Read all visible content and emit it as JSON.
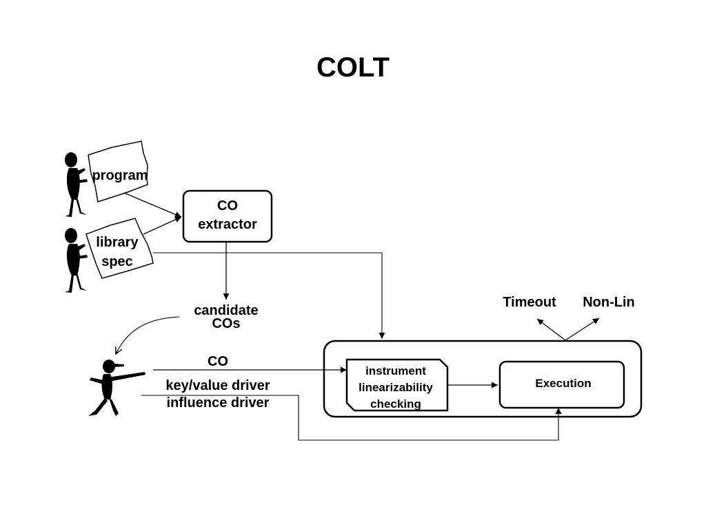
{
  "title": "COLT",
  "inputs": {
    "program": "program",
    "library_spec": [
      "library",
      "spec"
    ]
  },
  "co_extractor": [
    "CO",
    "extractor"
  ],
  "candidate_cos": [
    "candidate",
    "COs"
  ],
  "driver": {
    "co": "CO",
    "key_value": "key/value driver",
    "influence": "influence  driver"
  },
  "instrument": [
    "instrument",
    "linearizability",
    "checking"
  ],
  "execution": "Execution",
  "outcomes": {
    "timeout": "Timeout",
    "non_lin": "Non-Lin"
  }
}
